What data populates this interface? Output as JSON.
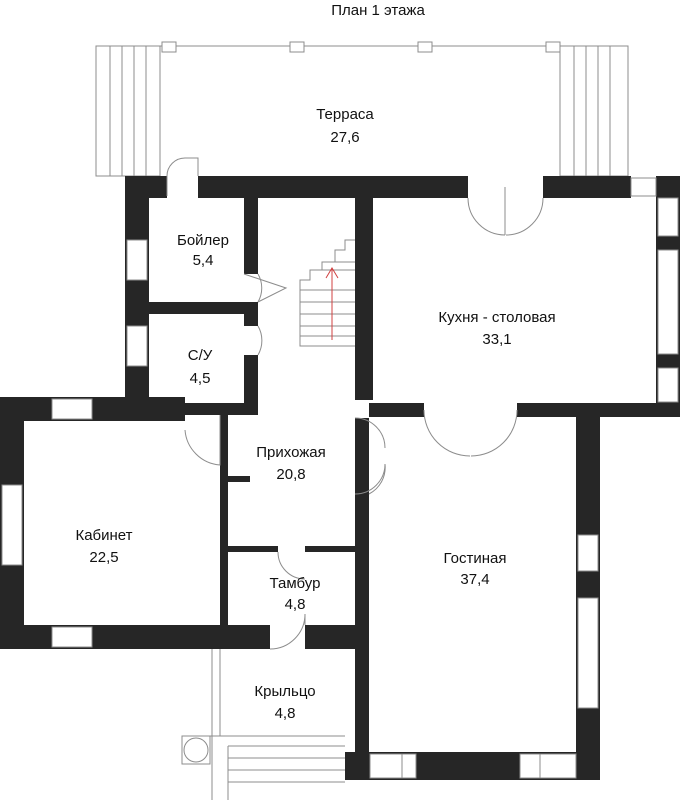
{
  "title": "План 1 этажа",
  "rooms": [
    {
      "id": "terrace",
      "name": "Терраса",
      "area": "27,6"
    },
    {
      "id": "boiler",
      "name": "Бойлер",
      "area": "5,4"
    },
    {
      "id": "wc",
      "name": "С/У",
      "area": "4,5"
    },
    {
      "id": "kitchen",
      "name": "Кухня - столовая",
      "area": "33,1"
    },
    {
      "id": "hall",
      "name": "Прихожая",
      "area": "20,8"
    },
    {
      "id": "office",
      "name": "Кабинет",
      "area": "22,5"
    },
    {
      "id": "living",
      "name": "Гостиная",
      "area": "37,4"
    },
    {
      "id": "vestibule",
      "name": "Тамбур",
      "area": "4,8"
    },
    {
      "id": "porch",
      "name": "Крыльцо",
      "area": "4,8"
    }
  ],
  "colors": {
    "wall": "#262626",
    "line": "#8c8c8c",
    "stair_arrow": "#d04040"
  }
}
